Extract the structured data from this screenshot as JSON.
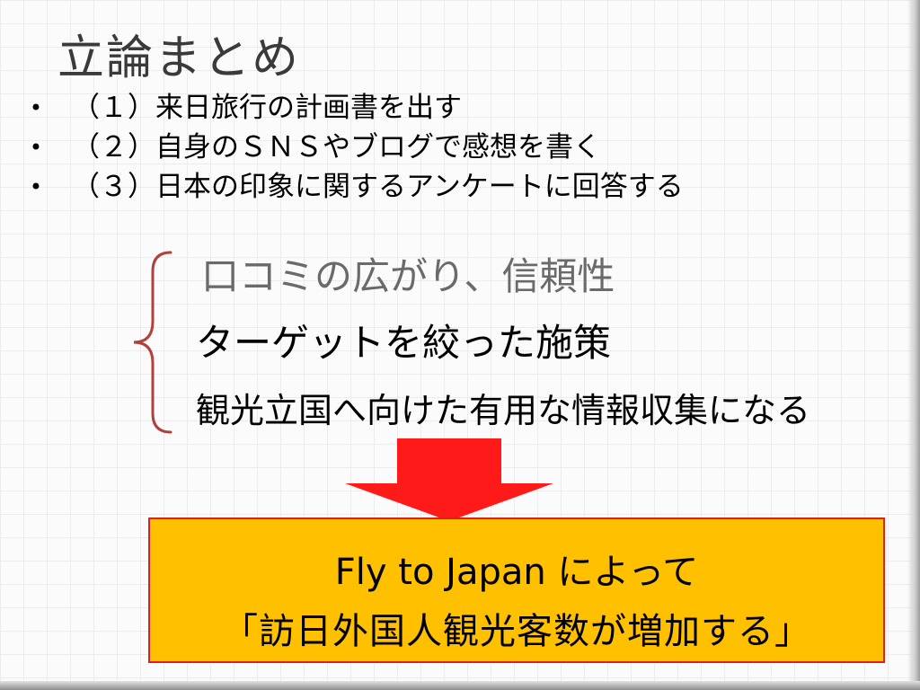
{
  "slide": {
    "title": "立論まとめ",
    "bullets": [
      {
        "marker": "•",
        "text": "（１）来日旅行の計画書を出す"
      },
      {
        "marker": "•",
        "text": "（２）自身のＳＮＳやブログで感想を書く"
      },
      {
        "marker": "•",
        "text": "（３）日本の印象に関するアンケートに回答する"
      }
    ],
    "outcomes": [
      "口コミの広がり、信頼性",
      "ターゲットを絞った施策",
      "観光立国へ向けた有用な情報収集になる"
    ],
    "result": {
      "line1": "Fly  to Japan によって",
      "line2": "「訪日外国人観光客数が増加する」"
    },
    "colors": {
      "brace": "#b0413e",
      "arrow": "#ff1a1a",
      "result_fill": "#ffc000",
      "result_border": "#e02020",
      "title_text": "#3a3a3a"
    },
    "icons": {
      "brace": "left-curly-brace-icon",
      "arrow": "down-arrow-icon"
    }
  }
}
